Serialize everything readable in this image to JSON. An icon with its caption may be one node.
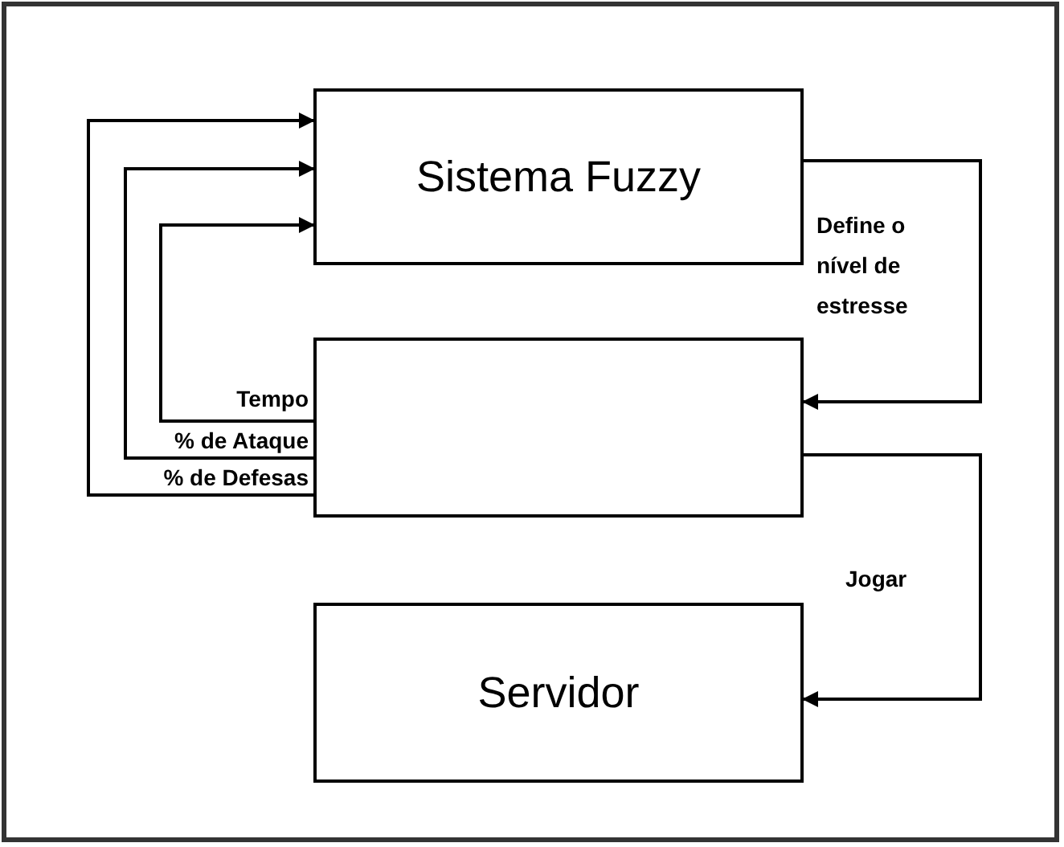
{
  "diagram": {
    "nodes": [
      {
        "text": [
          "Sistema Fuzzy"
        ]
      },
      {
        "text": [],
        "shape": "box"
      },
      {
        "text": [
          "Servidor"
        ]
      }
    ],
    "edges": [
      {
        "from": 1,
        "to": 0,
        "arrow": "to",
        "label": "Tempo"
      },
      {
        "from": 1,
        "to": 0,
        "arrow": "to",
        "label": "% de Ataque"
      },
      {
        "from": 1,
        "to": 0,
        "arrow": "to",
        "label": "% de Defesas"
      },
      {
        "from": 0,
        "to": 1,
        "arrow": "to",
        "label": "Define o nível de estresse"
      },
      {
        "from": 1,
        "to": 2,
        "arrow": "to",
        "label": "Jogar"
      }
    ]
  }
}
